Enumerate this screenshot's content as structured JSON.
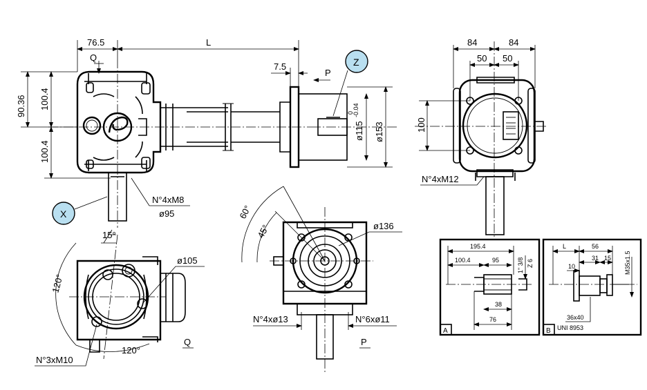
{
  "callouts": {
    "x": "X",
    "z": "Z"
  },
  "top_view": {
    "dim_76_5": "76.5",
    "dim_L": "L",
    "dim_7_5": "7.5",
    "dim_90_36": "90.36",
    "dim_100_4_upper": "100.4",
    "dim_100_4_lower": "100.4",
    "dim_d115": "ø115",
    "dim_d115_tol_top": "0",
    "dim_d115_tol_bottom": "-0.04",
    "dim_d153": "ø153",
    "label_Q": "Q",
    "label_P": "P",
    "holes": "N°4xM8",
    "hole_circle": "ø95"
  },
  "side_view": {
    "dim_84_left": "84",
    "dim_84_right": "84",
    "dim_50_left": "50",
    "dim_50_right": "50",
    "dim_100": "100",
    "holes": "N°4xM12"
  },
  "view_q": {
    "angle_15": "15°",
    "angle_120_a": "120°",
    "angle_120_b": "120°",
    "dim_d105": "ø105",
    "holes": "N°3xM10",
    "label": "Q"
  },
  "view_p": {
    "angle_60": "60°",
    "angle_45": "45°",
    "dim_d136": "ø136",
    "holes_13": "N°4xø13",
    "holes_11": "N°6xø11",
    "label": "P"
  },
  "detail_a": {
    "dim_195_4": "195.4",
    "dim_100_4": "100.4",
    "dim_95": "95",
    "dim_38": "38",
    "dim_76": "76",
    "spline": "1\" 3/8",
    "z": "Z 6",
    "letter": "A"
  },
  "detail_b": {
    "dim_L": "L",
    "dim_56": "56",
    "dim_31": "31",
    "dim_15": "15",
    "dim_10": "10",
    "thread": "M35x1.5",
    "spline": "36x40",
    "standard": "UNI 8953",
    "letter": "B"
  }
}
